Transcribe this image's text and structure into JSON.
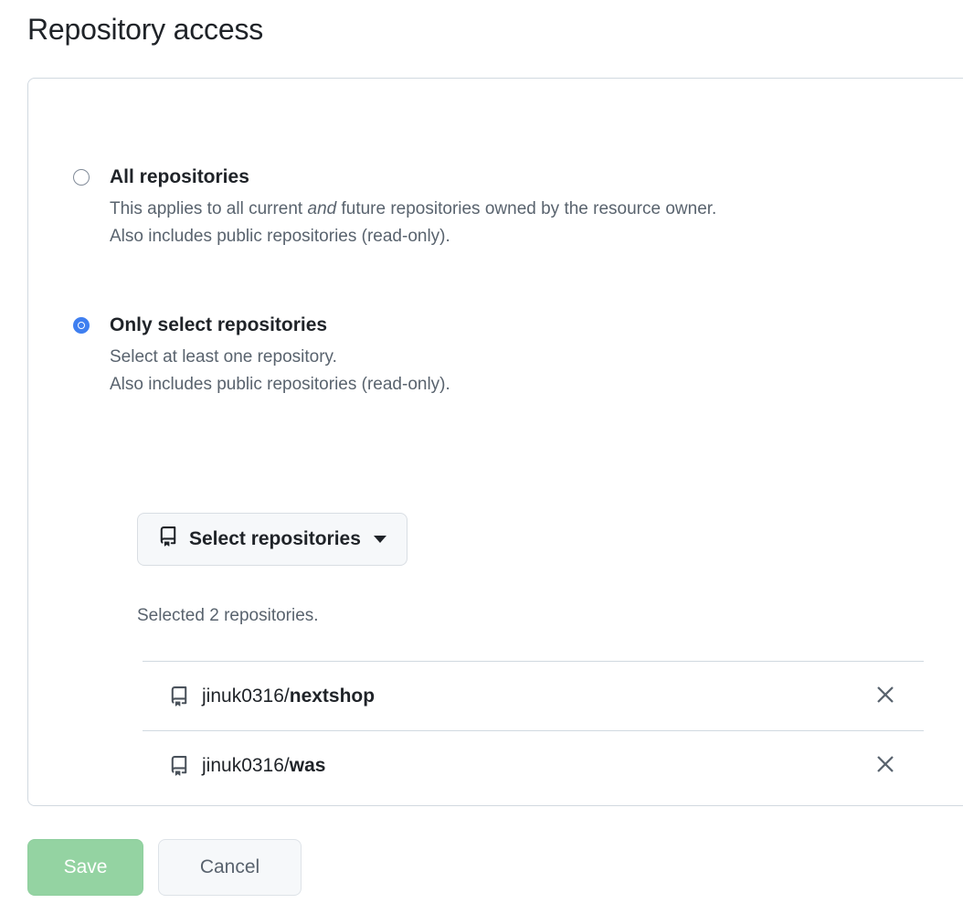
{
  "page": {
    "title": "Repository access"
  },
  "options": [
    {
      "id": "all-repositories",
      "label": "All repositories",
      "selected": false,
      "desc_line1_pre": "This applies to all current ",
      "desc_line1_em": "and",
      "desc_line1_post": " future repositories owned by the resource owner.",
      "desc_line2": "Also includes public repositories (read-only)."
    },
    {
      "id": "only-select-repositories",
      "label": "Only select repositories",
      "selected": true,
      "desc_line1": "Select at least one repository.",
      "desc_line2": "Also includes public repositories (read-only)."
    }
  ],
  "select_button": {
    "label": "Select repositories",
    "icon": "repo-icon",
    "caret": "chevron-down-icon"
  },
  "selected_count_text": "Selected 2 repositories.",
  "repositories": [
    {
      "icon": "repo-icon",
      "owner": "jinuk0316/",
      "name": "nextshop",
      "remove_icon": "close-icon"
    },
    {
      "icon": "repo-icon",
      "owner": "jinuk0316/",
      "name": "was",
      "remove_icon": "close-icon"
    }
  ],
  "footer": {
    "save_label": "Save",
    "cancel_label": "Cancel"
  },
  "colors": {
    "accent_blue": "#3f7ff0",
    "save_green": "#94d3a2",
    "text_primary": "#1f2328",
    "text_muted": "#59636e",
    "border": "#d1d9e0",
    "button_bg": "#f6f8fa"
  }
}
